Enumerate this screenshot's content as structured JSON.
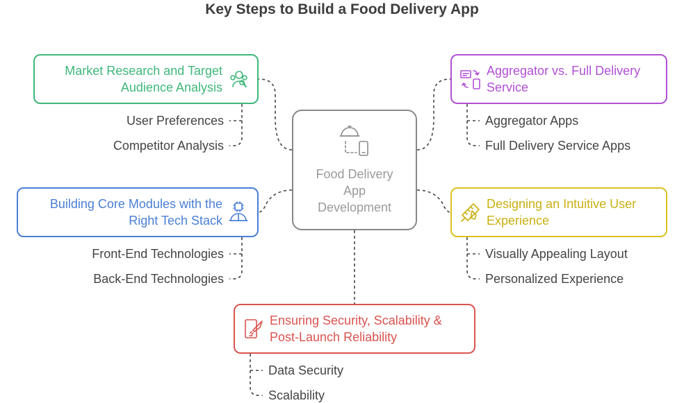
{
  "title": "Key Steps to Build a Food Delivery App",
  "center": {
    "label": "Food Delivery App Development",
    "icon": "food-delivery-icon",
    "color": "#8a8a8a"
  },
  "steps": [
    {
      "id": "market",
      "title": "Market Research and Target Audience Analysis",
      "color": "#3fb77a",
      "icon": "audience-icon",
      "subs": [
        "User Preferences",
        "Competitor Analysis"
      ]
    },
    {
      "id": "aggregator",
      "title": "Aggregator vs. Full Delivery Service",
      "color": "#b24fd6",
      "icon": "devices-sync-icon",
      "subs": [
        "Aggregator Apps",
        "Full Delivery Service Apps"
      ]
    },
    {
      "id": "modules",
      "title": "Building Core Modules with the Right Tech Stack",
      "color": "#4a7fd6",
      "icon": "chip-helmet-icon",
      "subs": [
        "Front-End Technologies",
        "Back-End Technologies"
      ]
    },
    {
      "id": "ux",
      "title": "Designing an Intuitive User Experience",
      "color": "#d9c21f",
      "icon": "design-pencil-icon",
      "subs": [
        "Visually Appealing Layout",
        "Personalized Experience"
      ]
    },
    {
      "id": "security",
      "title": "Ensuring Security, Scalability & Post-Launch Reliability",
      "color": "#d9534f",
      "icon": "phone-rocket-icon",
      "subs": [
        "Data Security",
        "Scalability"
      ]
    }
  ]
}
